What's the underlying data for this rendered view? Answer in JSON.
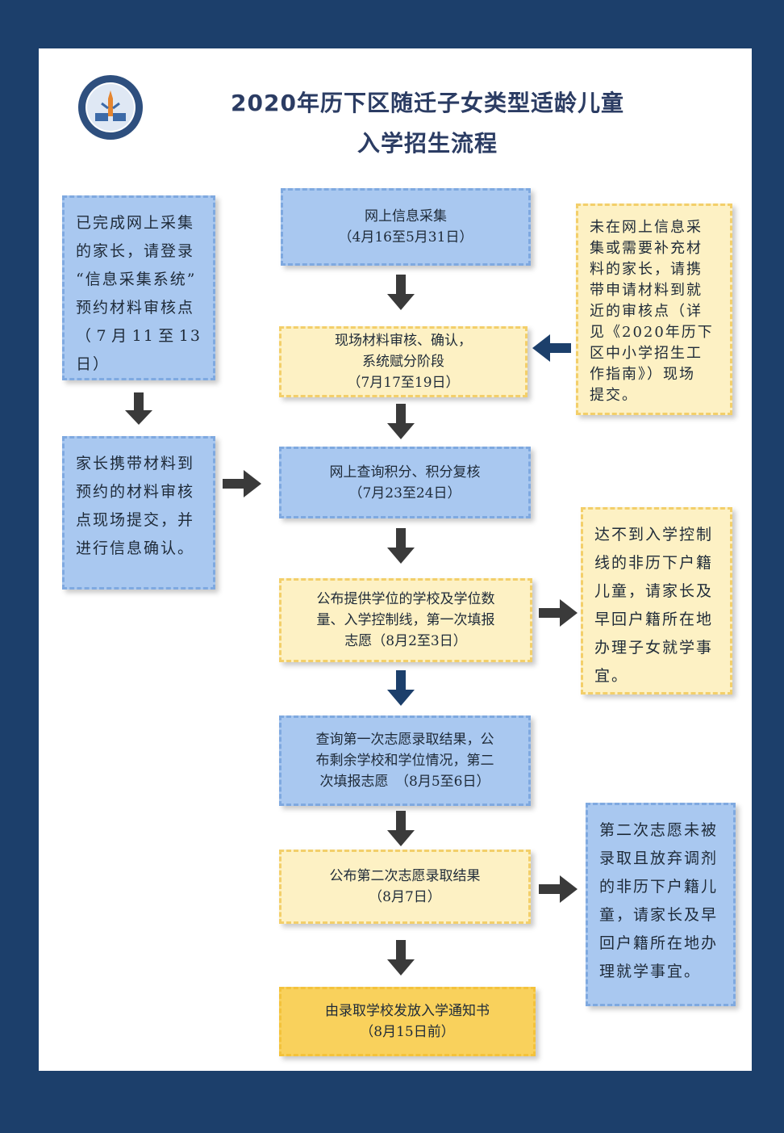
{
  "title": {
    "line1": "2020年历下区随迁子女类型适龄儿童",
    "line2": "入学招生流程"
  },
  "steps": [
    {
      "text": "网上信息采集\n（4月16至5月31日）"
    },
    {
      "text": "现场材料审核、确认，\n系统赋分阶段\n（7月17至19日）"
    },
    {
      "text": "网上查询积分、积分复核\n（7月23至24日）"
    },
    {
      "text": "公布提供学位的学校及学位数\n量、入学控制线，第一次填报\n志愿（8月2至3日）"
    },
    {
      "text": "查询第一次志愿录取结果，公\n布剩余学校和学位情况，第二\n次填报志愿　（8月5至6日）"
    },
    {
      "text": "公布第二次志愿录取结果\n（8月7日）"
    },
    {
      "text": "由录取学校发放入学通知书\n（8月15日前）"
    }
  ],
  "left_notes": [
    {
      "text": "已完成网上采集\n的家长，请登录\n“信息采集系统”\n预约材料审核点\n（7月11至13日）"
    },
    {
      "text": "家长携带材料到\n预约的材料审核\n点现场提交，并\n进行信息确认。"
    }
  ],
  "right_notes": [
    {
      "text": "未在网上信息采\n集或需要补充材\n料的家长，请携\n带申请材料到就\n近的审核点（详\n见《2020年历下\n区中小学招生工\n作指南》）现场\n提交。"
    },
    {
      "text": "达不到入学控制\n线的非历下户籍\n儿童，请家长及\n早回户籍所在地\n办理子女就学事\n宜。"
    },
    {
      "text": "第二次志愿未被\n录取且放弃调剂\n的非历下户籍儿\n童，请家长及早\n回户籍所在地办\n理就学事宜。"
    }
  ],
  "icons": {
    "logo": "school-emblem-logo",
    "arrow": "arrow-icon"
  },
  "colors": {
    "background": "#1c3f6b",
    "blue_box": "#a9c8f0",
    "yellow_box": "#fdf1c4",
    "gold_box": "#f9d15c",
    "arrow": "#3a3a3a",
    "arrow_blue": "#1c3f6b"
  }
}
